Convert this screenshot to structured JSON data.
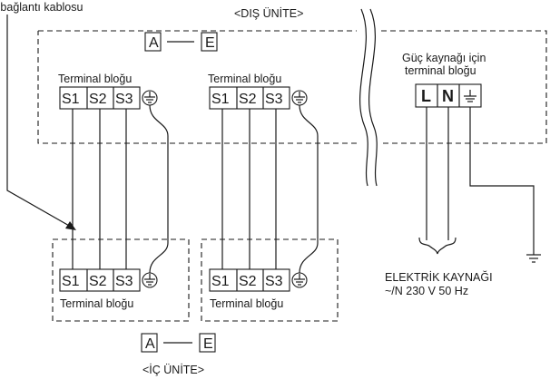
{
  "labels": {
    "cable_label": "e bağlantı kablosu",
    "outdoor_unit": "<DIŞ ÜNİTE>",
    "indoor_unit": "<İÇ ÜNİTE>",
    "terminal_block": "Terminal bloğu",
    "power_terminal_line1": "Güç kaynağı için",
    "power_terminal_line2": "terminal bloğu",
    "power_source_line1": "ELEKTRİK KAYNAĞI",
    "power_source_line2": "~/N 230 V 50 Hz"
  },
  "range_markers": {
    "outdoor": {
      "from": "A",
      "dash": "—",
      "to": "E"
    },
    "indoor": {
      "from": "A",
      "dash": "—",
      "to": "E"
    }
  },
  "terminals": {
    "signal": [
      "S1",
      "S2",
      "S3"
    ],
    "power": [
      "L",
      "N"
    ]
  },
  "icons": [
    "ground-icon",
    "arrow-icon",
    "break-line-icon"
  ]
}
